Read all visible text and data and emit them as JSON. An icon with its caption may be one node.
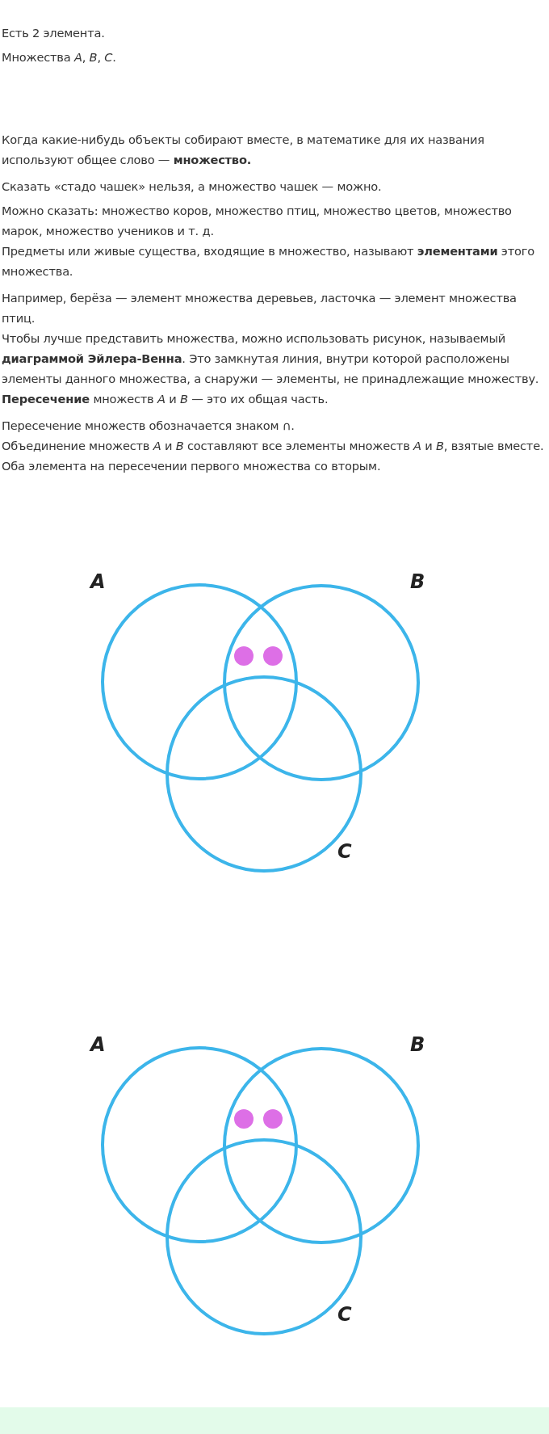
{
  "diagram": {
    "nodes": [
      {
        "text": [],
        "shape": "circle",
        "beside": [
          "A"
        ]
      },
      {
        "text": [],
        "shape": "circle",
        "beside": [
          "B"
        ]
      },
      {
        "text": [],
        "shape": "circle",
        "beside": [
          "C"
        ]
      },
      {
        "text": [],
        "shape": "circle"
      },
      {
        "text": [],
        "shape": "circle"
      },
      {
        "text": [],
        "shape": "circle",
        "beside": [
          "A"
        ]
      },
      {
        "text": [],
        "shape": "circle",
        "beside": [
          "B"
        ]
      },
      {
        "text": [],
        "shape": "circle",
        "beside": [
          "C"
        ]
      },
      {
        "text": [],
        "shape": "circle"
      },
      {
        "text": [],
        "shape": "circle"
      }
    ],
    "edges": [],
    "labels": [
      "Есть 2 элемента.",
      "Множества *A*, *B*, *C*.",
      "Когда какие-нибудь объекты собирают вместе, в математике для их названия используют общее слово — **множество.**",
      "Сказать «стадо чашек» нельзя, а множество чашек — можно.",
      "Можно сказать: множество коров, множество птиц, множество цветов, множество марок, множество учеников и т. д.",
      "Предметы или живые существа, входящие в множество, называют **элементами** этого множества.",
      "Например, берёза — элемент множества деревьев, ласточка — элемент множества птиц.",
      "Чтобы лучше представить множества, можно использовать рисунок, называемый **диаграммой Эйлера-Венна**. Это замкнутая линия, внутри которой расположены элементы данного множества, а снаружи — элементы, не принадлежащие множеству.",
      "**Пересечение** множеств *A* и *B* — это их общая часть.",
      "Пересечение множеств обозначается знаком ∩.",
      "Объединение множеств *A* и *B* составляют все элементы множеств *A* и *B*, взятые вместе.",
      "Оба элемента на пересечении первого множества со вторым."
    ]
  }
}
